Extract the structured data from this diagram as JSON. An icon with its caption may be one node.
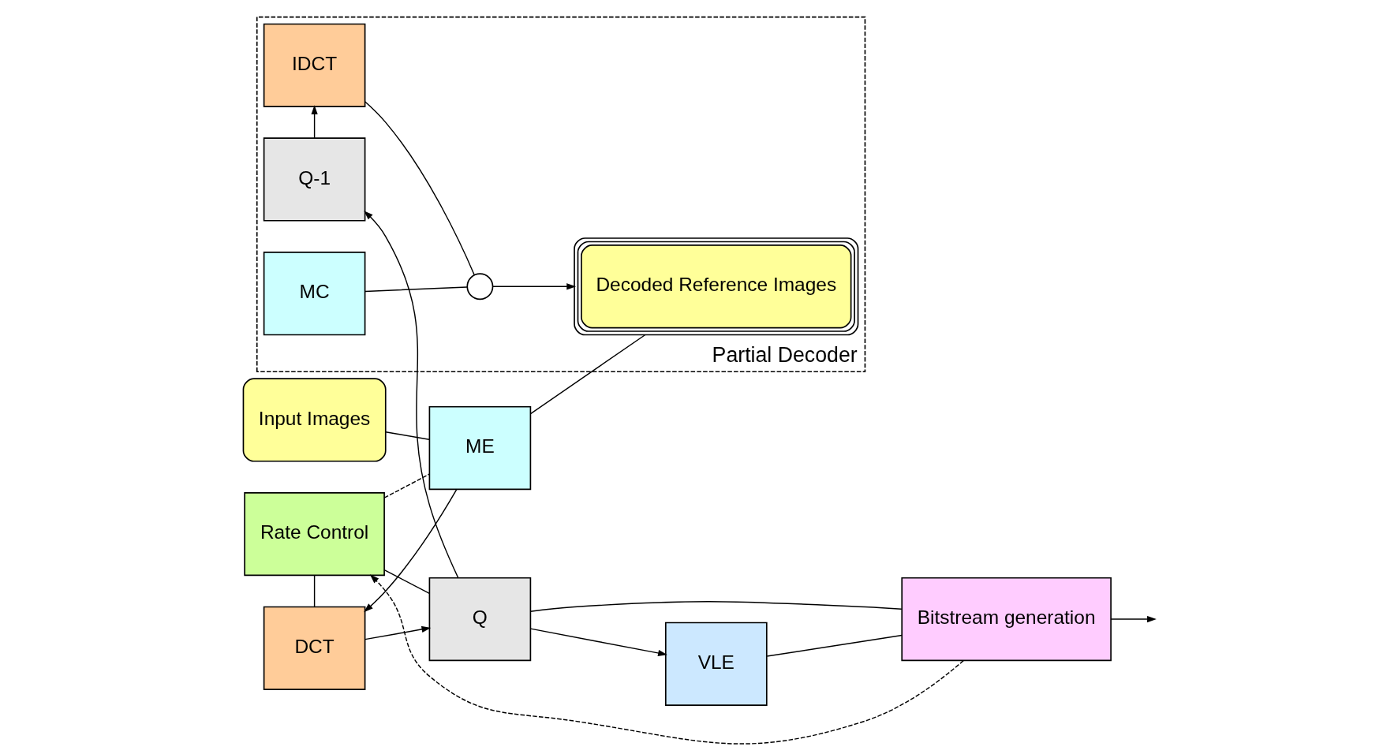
{
  "diagram": {
    "nodes": [
      {
        "text": [
          "Rate Control"
        ]
      },
      {
        "text": [
          "Input Images"
        ]
      },
      {
        "text": [
          "ME"
        ]
      },
      {
        "text": [
          "DCT"
        ]
      },
      {
        "text": [
          "Q"
        ]
      },
      {
        "text": [
          "VLE"
        ]
      },
      {
        "text": [
          "Bitstream generation"
        ]
      },
      {
        "text": [
          "Partial Decoder"
        ]
      },
      {
        "text": [
          "IDCT"
        ],
        "in": 7
      },
      {
        "text": [
          "Q-1"
        ],
        "in": 7
      },
      {
        "text": [
          "Decoded Reference Images"
        ],
        "in": 7
      },
      {
        "text": [],
        "shape": "circle",
        "in": 7
      },
      {
        "text": [
          "MC"
        ],
        "in": 7
      }
    ],
    "edges": [
      {
        "from": 1,
        "to": 2,
        "arrow": "none"
      },
      {
        "from": 2,
        "to": 3,
        "arrow": "to"
      },
      {
        "from": 3,
        "to": 4,
        "arrow": "to"
      },
      {
        "from": 0,
        "to": 2,
        "arrow": "none",
        "style": "dashed"
      },
      {
        "from": 0,
        "to": 3,
        "arrow": "none"
      },
      {
        "from": 0,
        "to": 4,
        "arrow": "none"
      },
      {
        "from": 4,
        "to": 5,
        "arrow": "to"
      },
      {
        "from": 4,
        "to": 6,
        "arrow": "none"
      },
      {
        "from": 4,
        "to": 9,
        "arrow": "to"
      },
      {
        "from": 5,
        "to": 6,
        "arrow": "none"
      },
      {
        "from": 6,
        "to": 0,
        "arrow": "to",
        "style": "dashed"
      },
      {
        "from": 6,
        "to": null,
        "arrow": "to"
      },
      {
        "from": 9,
        "to": 8,
        "arrow": "to"
      },
      {
        "from": 2,
        "to": 10,
        "arrow": "none"
      },
      {
        "from": 8,
        "to": 11,
        "arrow": "none"
      },
      {
        "from": 12,
        "to": 11,
        "arrow": "none"
      },
      {
        "from": 11,
        "to": 10,
        "arrow": "to"
      }
    ]
  }
}
